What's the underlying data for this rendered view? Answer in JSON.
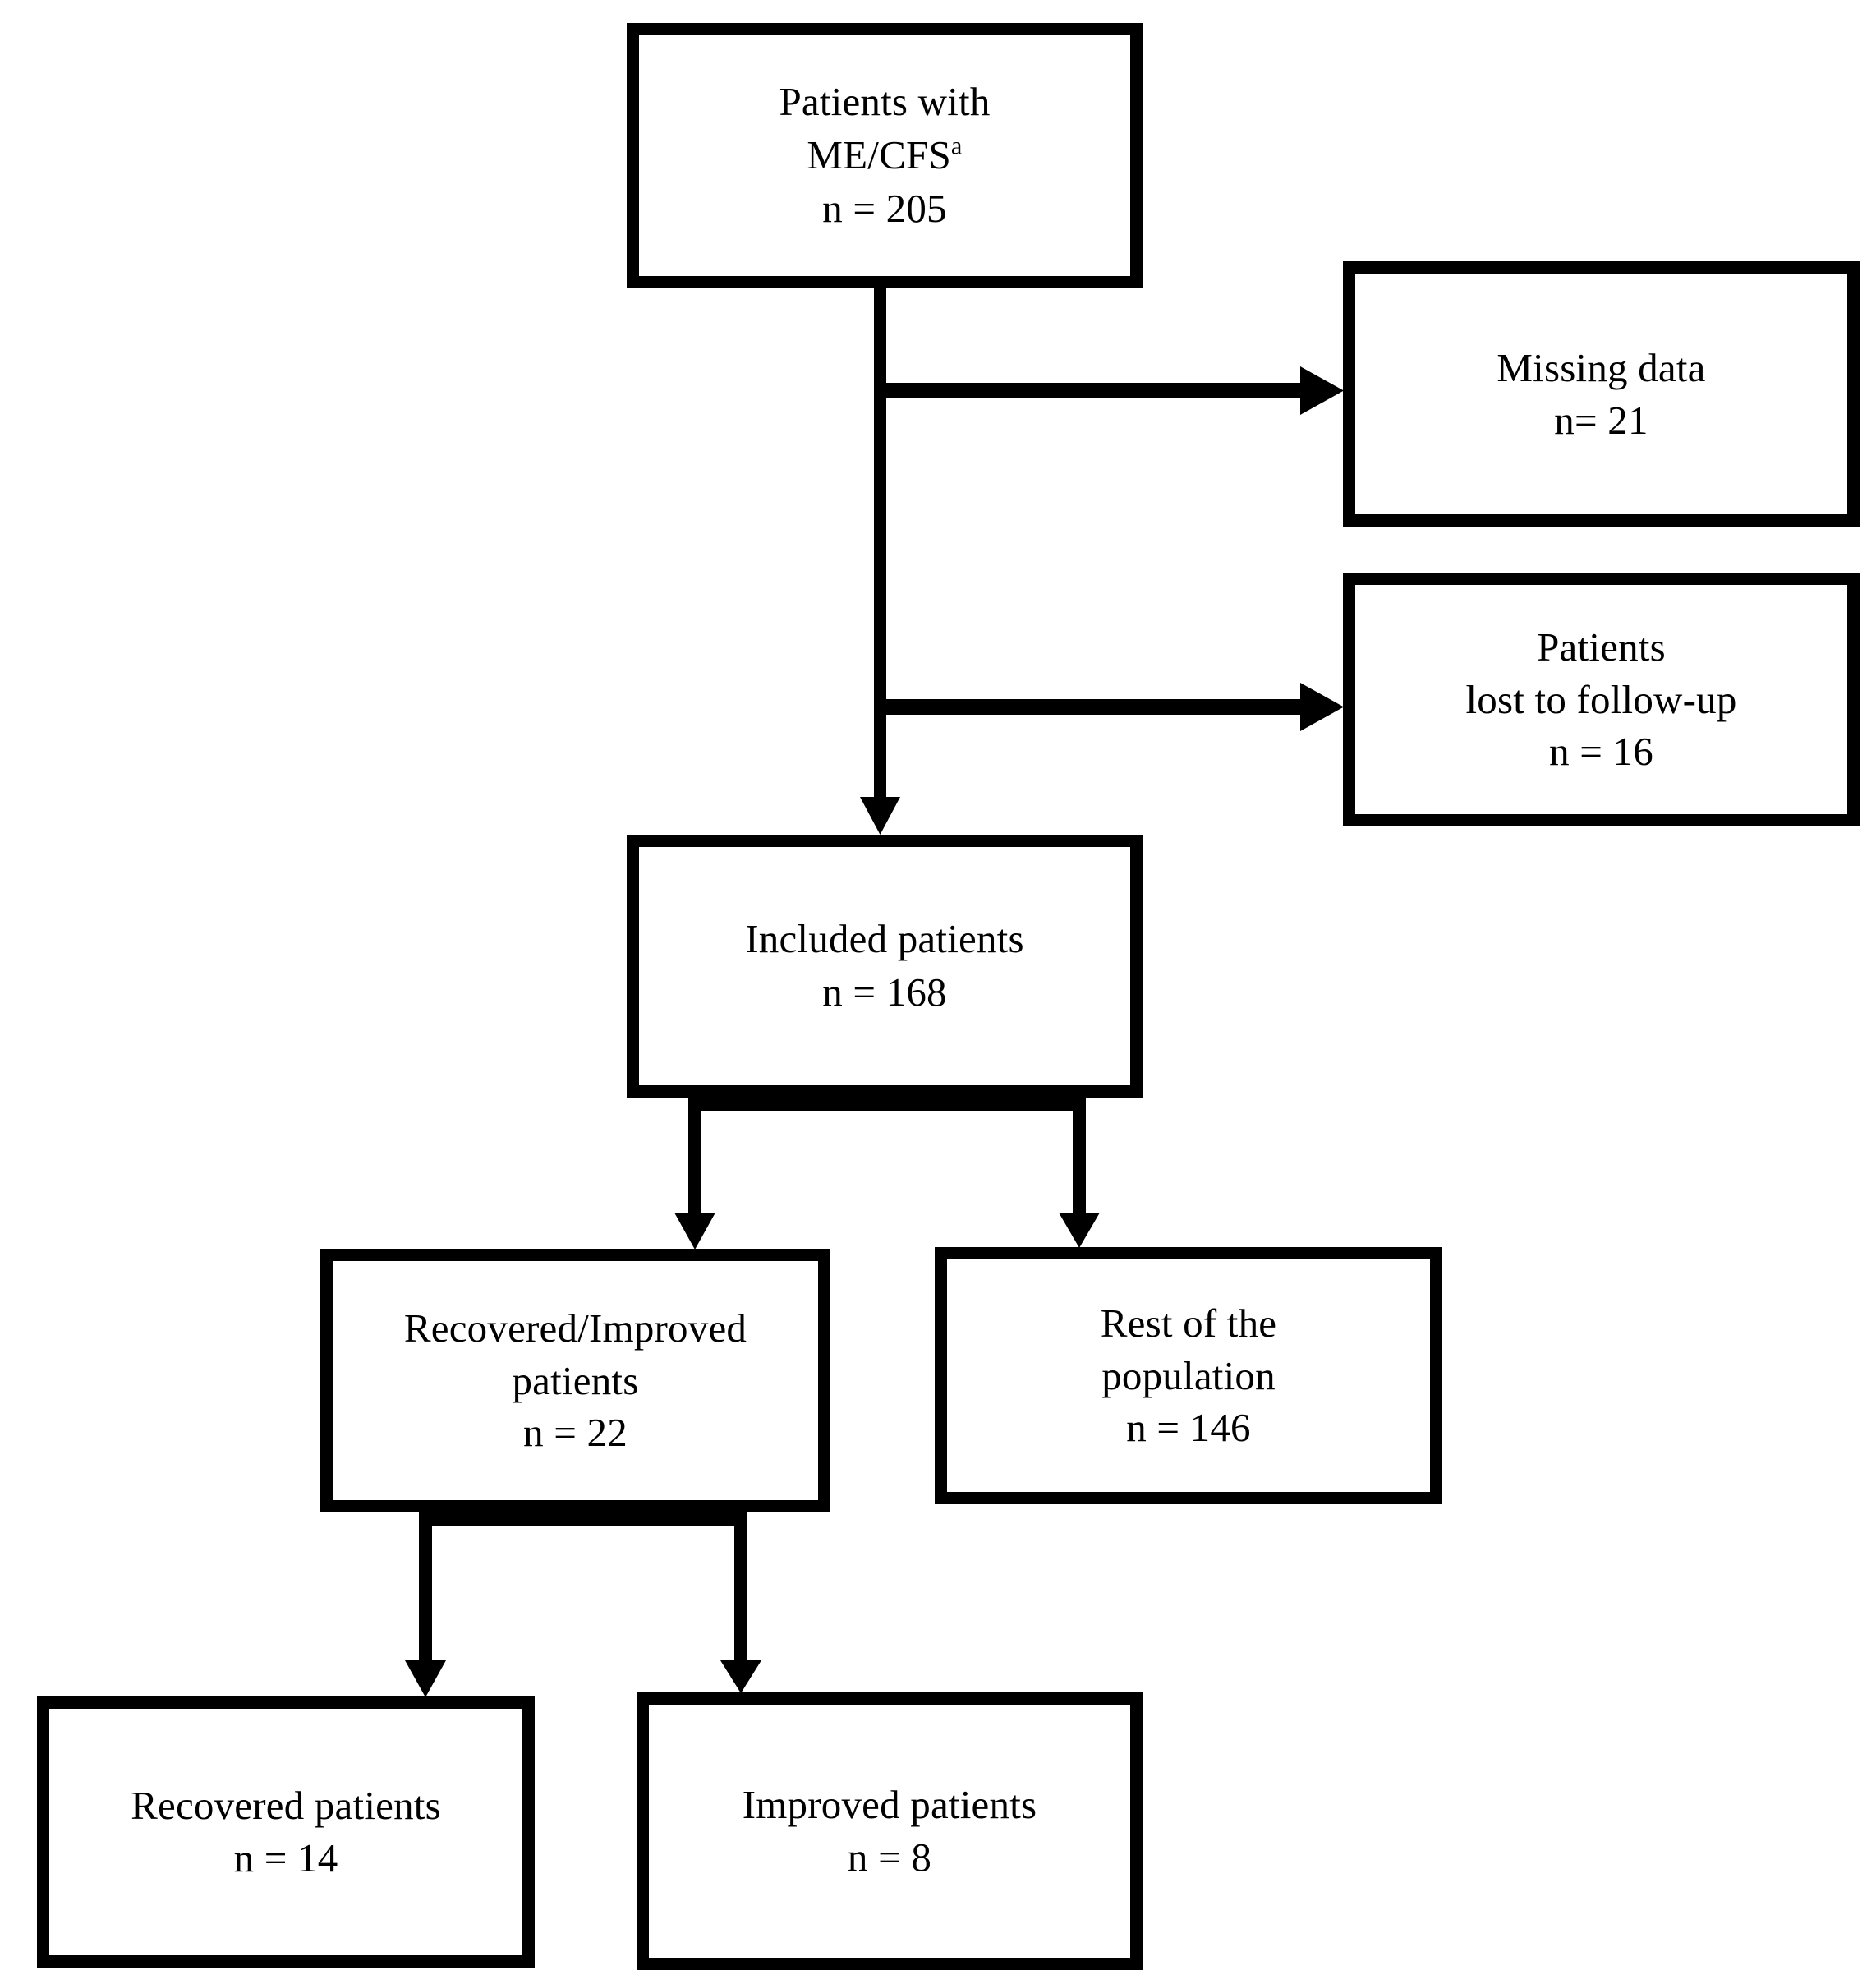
{
  "diagram": {
    "type": "flowchart",
    "title": "Patient flow diagram",
    "orientation": "top-down",
    "stroke_color": "#000000",
    "fill_color": "#ffffff",
    "nodes": [
      {
        "id": "source",
        "lines": [
          "Patients with",
          "ME/CFS",
          "n = 205"
        ],
        "superscript": "a",
        "count": 205
      },
      {
        "id": "missing",
        "lines": [
          "Missing data",
          "n= 21"
        ],
        "count": 21
      },
      {
        "id": "lost",
        "lines": [
          "Patients",
          "lost to follow-up",
          "n = 16"
        ],
        "count": 16
      },
      {
        "id": "included",
        "lines": [
          "Included patients",
          "n = 168"
        ],
        "count": 168
      },
      {
        "id": "recovered_improved",
        "lines": [
          "Recovered/Improved",
          "patients",
          "n = 22"
        ],
        "count": 22
      },
      {
        "id": "rest",
        "lines": [
          "Rest of the",
          "population",
          "n = 146"
        ],
        "count": 146
      },
      {
        "id": "recovered",
        "lines": [
          "Recovered patients",
          "n = 14"
        ],
        "count": 14
      },
      {
        "id": "improved",
        "lines": [
          "Improved patients",
          "n = 8"
        ],
        "count": 8
      }
    ],
    "edges": [
      {
        "from": "source",
        "to": "missing",
        "direction": "right"
      },
      {
        "from": "source",
        "to": "lost",
        "direction": "right"
      },
      {
        "from": "source",
        "to": "included",
        "direction": "down"
      },
      {
        "from": "included",
        "to": "recovered_improved",
        "direction": "down"
      },
      {
        "from": "included",
        "to": "rest",
        "direction": "down"
      },
      {
        "from": "recovered_improved",
        "to": "recovered",
        "direction": "down"
      },
      {
        "from": "recovered_improved",
        "to": "improved",
        "direction": "down"
      }
    ]
  },
  "nodes": {
    "source": {
      "l1": "Patients with",
      "l2": "ME/CFS",
      "sup": "a",
      "l3": "n = 205"
    },
    "missing": {
      "l1": "Missing data",
      "l2": "n= 21"
    },
    "lost": {
      "l1": "Patients",
      "l2": "lost to follow-up",
      "l3": "n = 16"
    },
    "included": {
      "l1": "Included patients",
      "l2": "n = 168"
    },
    "recovered_improved": {
      "l1": "Recovered/Improved",
      "l2": "patients",
      "l3": "n = 22"
    },
    "rest": {
      "l1": "Rest of the",
      "l2": "population",
      "l3": "n = 146"
    },
    "recovered": {
      "l1": "Recovered patients",
      "l2": "n = 14"
    },
    "improved": {
      "l1": "Improved patients",
      "l2": "n = 8"
    }
  }
}
